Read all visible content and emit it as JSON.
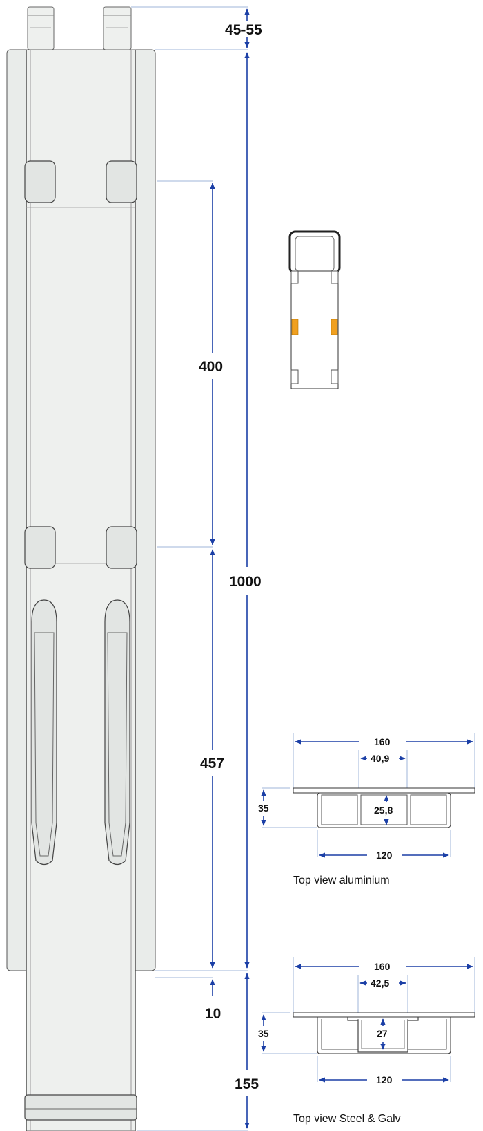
{
  "dimensions": {
    "tab_height": "45-55",
    "slot_spacing": "400",
    "overall_length": "1000",
    "lower_distance": "457",
    "bottom_offset": "10",
    "extension": "155"
  },
  "aluminium_profile": {
    "width": "160",
    "channel_width": "40,9",
    "channel_depth": "25,8",
    "height": "35",
    "base_width": "120",
    "caption": "Top view aluminium"
  },
  "steel_profile": {
    "width": "160",
    "channel_width": "42,5",
    "channel_depth": "27",
    "height": "35",
    "base_width": "120",
    "caption": "Top view Steel & Galv"
  },
  "colors": {
    "dimension_blue": "#1b3fa6",
    "extension_line": "#9fb4da",
    "part_fill": "#e9ecea",
    "marker_orange": "#f0a020"
  }
}
